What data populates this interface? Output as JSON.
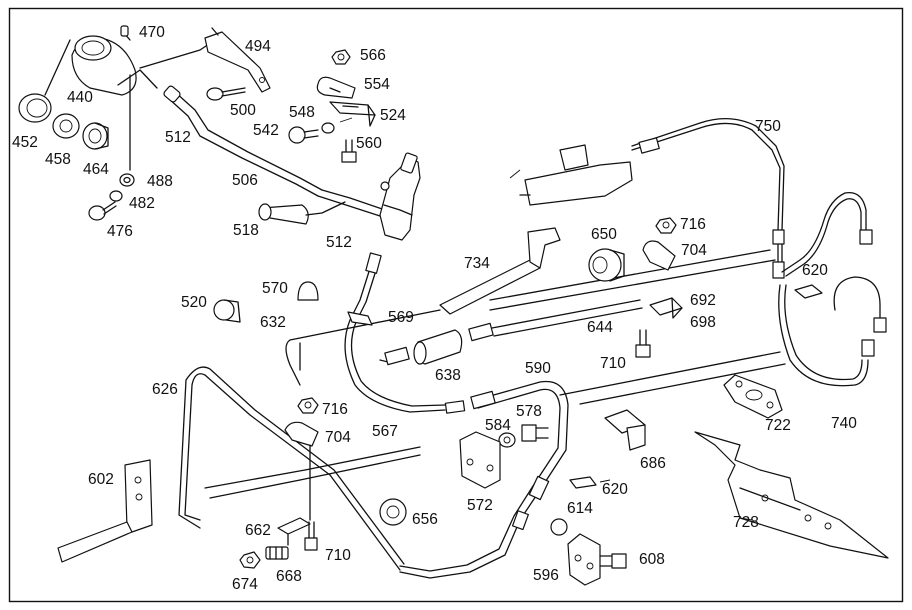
{
  "diagram": {
    "part_numbers": [
      "470",
      "494",
      "566",
      "554",
      "524",
      "440",
      "452",
      "458",
      "464",
      "500",
      "512",
      "548",
      "542",
      "560",
      "506",
      "488",
      "482",
      "476",
      "518",
      "512",
      "750",
      "716",
      "704",
      "650",
      "734",
      "620",
      "570",
      "520",
      "632",
      "569",
      "692",
      "698",
      "644",
      "710",
      "638",
      "590",
      "626",
      "716",
      "704",
      "584",
      "578",
      "567",
      "686",
      "722",
      "740",
      "602",
      "572",
      "620",
      "614",
      "728",
      "662",
      "710",
      "668",
      "674",
      "656",
      "608",
      "596"
    ]
  }
}
